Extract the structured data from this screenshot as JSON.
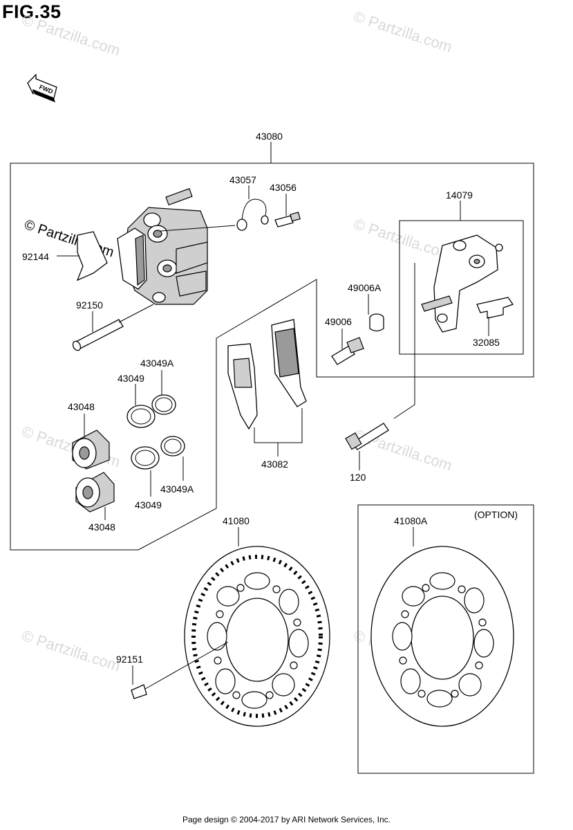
{
  "figure": {
    "title": "FIG.35",
    "fwd_label": "FWD"
  },
  "watermarks": {
    "text": "© Partzilla.com",
    "main_text": "© Partzilla.com"
  },
  "parts": {
    "p43080": "43080",
    "p43057": "43057",
    "p43056": "43056",
    "p14079": "14079",
    "p92144": "92144",
    "p92150": "92150",
    "p49006A": "49006A",
    "p49006": "49006",
    "p32085": "32085",
    "p43049A_top": "43049A",
    "p43049_top": "43049",
    "p43048_top": "43048",
    "p43082": "43082",
    "p120": "120",
    "p43049A_bot": "43049A",
    "p43049_bot": "43049",
    "p43048_bot": "43048",
    "p41080": "41080",
    "p41080A": "41080A",
    "option": "(OPTION)",
    "p92151": "92151"
  },
  "footer": {
    "text": "Page design © 2004-2017 by ARI Network Services, Inc."
  }
}
